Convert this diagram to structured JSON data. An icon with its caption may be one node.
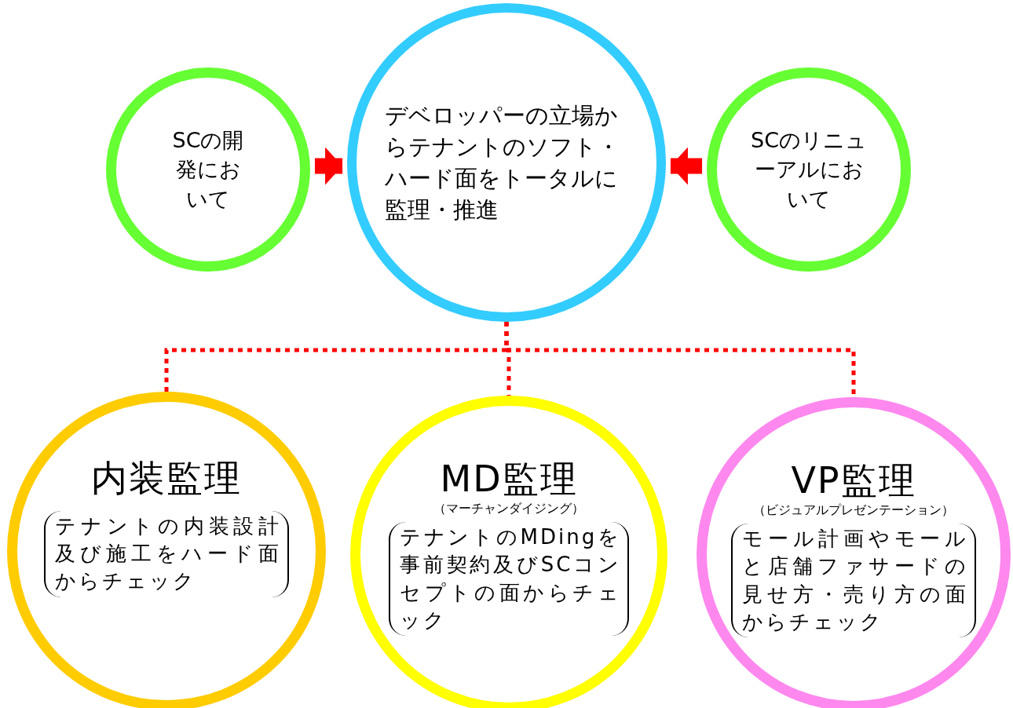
{
  "diagram": {
    "nodes": [
      {
        "text": [
          "SCの開発において"
        ]
      },
      {
        "text": [
          "デベロッパーの立場からテナントのソフト・ハード面をトータルに監理・推進"
        ]
      },
      {
        "text": [
          "SCのリニューアルにおいて"
        ]
      },
      {
        "text": [
          "内装監理",
          "テナントの内装設計及び施工をハード面からチェック"
        ]
      },
      {
        "text": [
          "MD監理",
          "（マーチャンダイジング）",
          "テナントのMDingを事前契約及びSCコンセプトの面からチェック"
        ]
      },
      {
        "text": [
          "VP監理",
          "（ビジュアルプレゼンテーション）",
          "モール計画やモールと店舗ファサードの見せ方・売り方の面からチェック"
        ]
      }
    ],
    "edges": [
      {
        "from": 0,
        "to": 1,
        "arrow": "to",
        "style": "thick"
      },
      {
        "from": 2,
        "to": 1,
        "arrow": "to",
        "style": "thick"
      },
      {
        "from": 1,
        "to": 3,
        "arrow": "none",
        "style": "dashed"
      },
      {
        "from": 1,
        "to": 4,
        "arrow": "none",
        "style": "dashed"
      },
      {
        "from": 1,
        "to": 5,
        "arrow": "none",
        "style": "dashed"
      }
    ]
  }
}
